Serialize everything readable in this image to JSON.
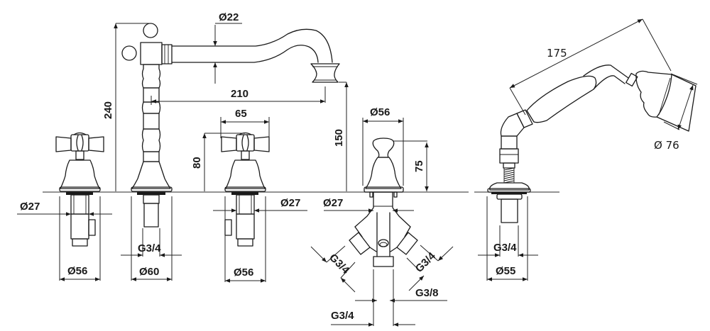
{
  "drawing": {
    "title": "Three-hole bath mixer with hand shower – dimension drawing",
    "units": "mm",
    "components": {
      "left_valve": {
        "name": "Cross-handle valve (left)",
        "labels": {
          "pipe_diameter": "Ø27",
          "base_diameter": "Ø56"
        }
      },
      "spout": {
        "name": "Spout with lever",
        "labels": {
          "height": "240",
          "reach": "210",
          "pipe_diameter": "Ø22",
          "thread": "G3/4",
          "base_diameter": "Ø60",
          "outlet_height": "150"
        }
      },
      "right_valve": {
        "name": "Cross-handle valve (right)",
        "labels": {
          "handle_width": "65",
          "height": "80",
          "pipe_diameter": "Ø27",
          "base_diameter": "Ø56"
        }
      },
      "diverter": {
        "name": "Diverter",
        "labels": {
          "knob_diameter": "Ø56",
          "height": "75",
          "pipe_diameter": "Ø27",
          "left_outlet": "G3/4",
          "right_outlet": "G3/4",
          "center_outlet": "G3/8",
          "bottom_thread": "G3/4"
        }
      },
      "hand_shower": {
        "name": "Hand shower with holder",
        "labels": {
          "length": "175",
          "head_diameter": "Ø 76",
          "thread": "G3/4",
          "base_diameter": "Ø55"
        }
      }
    }
  }
}
